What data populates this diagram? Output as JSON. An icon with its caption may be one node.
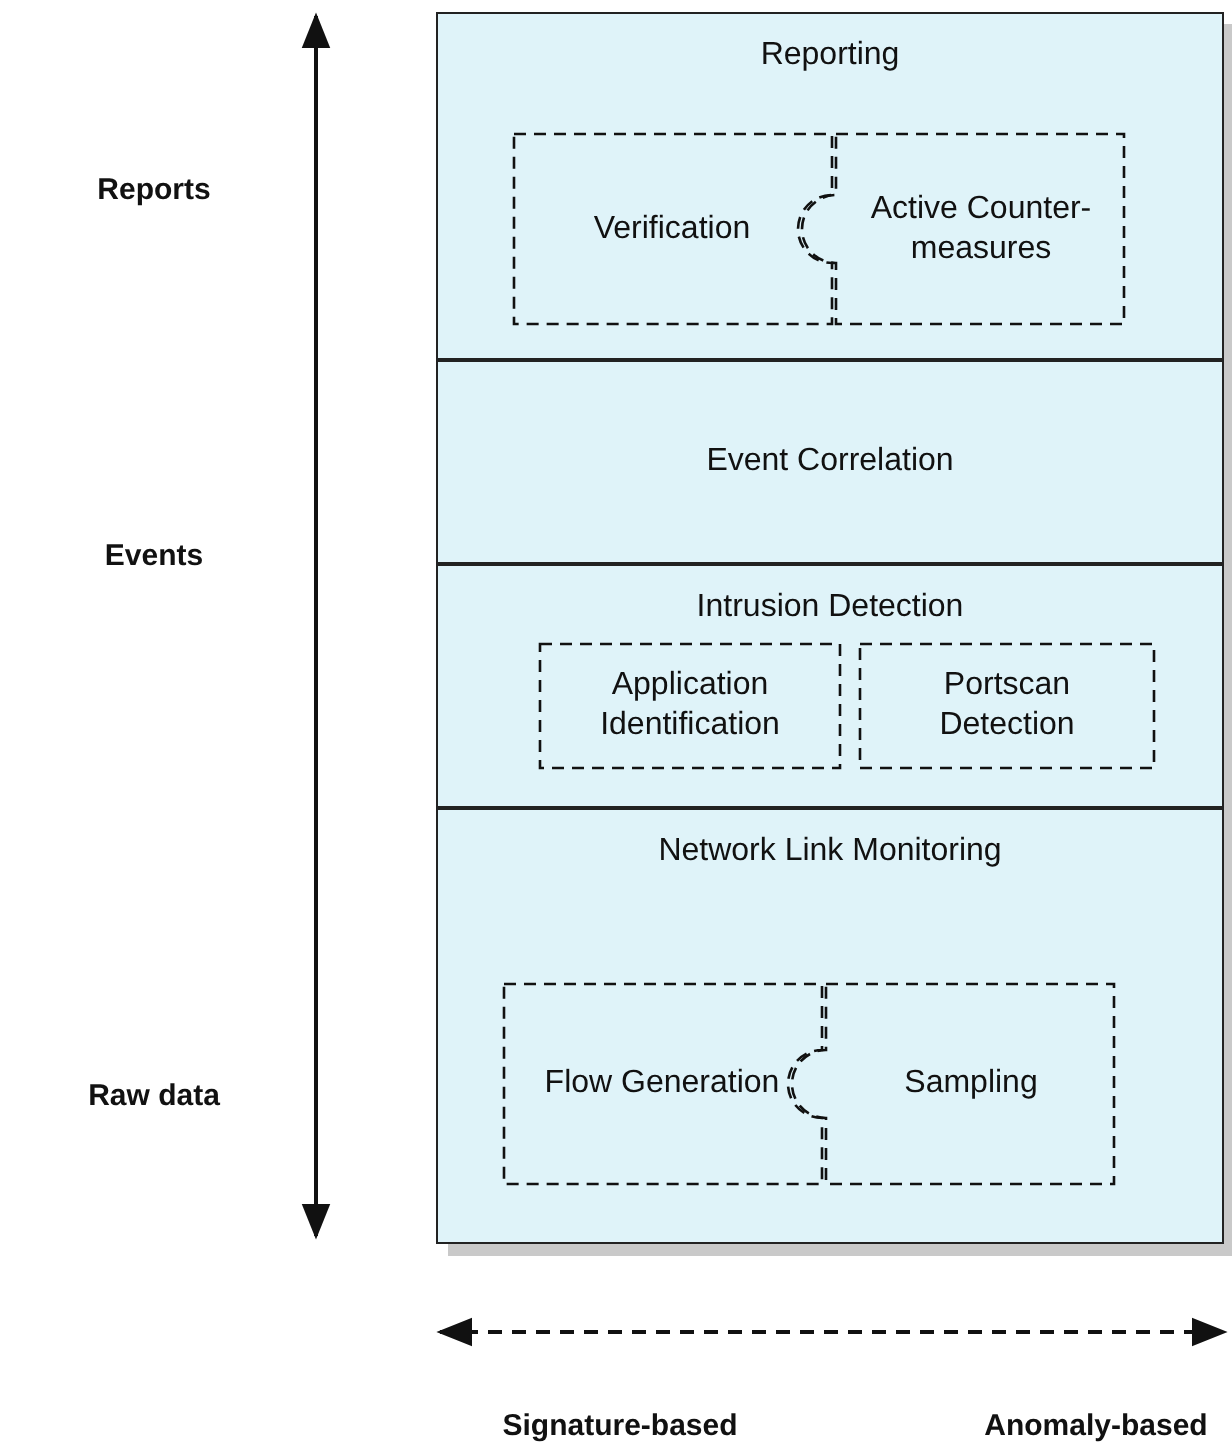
{
  "diagram": {
    "nodes": [
      {
        "text": [
          "Reporting"
        ]
      },
      {
        "text": [
          "Verification"
        ],
        "in": 0
      },
      {
        "text": [
          "Active Counter-measures"
        ],
        "in": 0
      },
      {
        "text": [
          "Event Correlation"
        ]
      },
      {
        "text": [
          "Intrusion Detection"
        ]
      },
      {
        "text": [
          "Application Identification"
        ],
        "in": 4
      },
      {
        "text": [
          "Portscan Detection"
        ],
        "in": 4
      },
      {
        "text": [
          "Network Link Monitoring"
        ]
      },
      {
        "text": [
          "Flow Generation"
        ],
        "in": 7
      },
      {
        "text": [
          "Sampling"
        ],
        "in": 7
      }
    ],
    "labels": [
      "Reports",
      "Events",
      "Raw data",
      "Signature-based",
      "Anomaly-based"
    ]
  }
}
